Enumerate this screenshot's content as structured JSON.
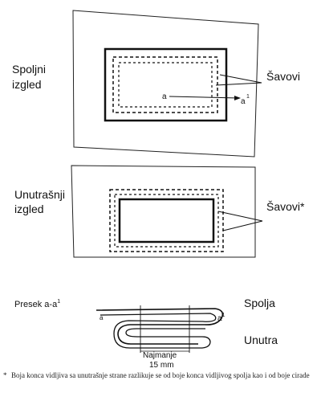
{
  "panel_top": {
    "label_line1": "Spoljni",
    "label_line2": "izgled",
    "seams_label": "Šavovi",
    "point_a": "a",
    "point_a1": "a"
  },
  "panel_middle": {
    "label_line1": "Unutrašnji",
    "label_line2": "izgled",
    "seams_label": "Šavovi*"
  },
  "cross_section": {
    "title": "Presek a-a",
    "title_sup": "1",
    "outside": "Spolja",
    "inside": "Unutra",
    "point_a": "a",
    "point_a1": "a",
    "point_a1_sup": "1",
    "min_line1": "Najmanje",
    "min_line2": "15 mm"
  },
  "footnote": {
    "marker": "*",
    "text": "Boja konca vidljiva sa unutrašnje strane razlikuje se od boje konca vidljivog spolja kao i od boje cirade"
  }
}
